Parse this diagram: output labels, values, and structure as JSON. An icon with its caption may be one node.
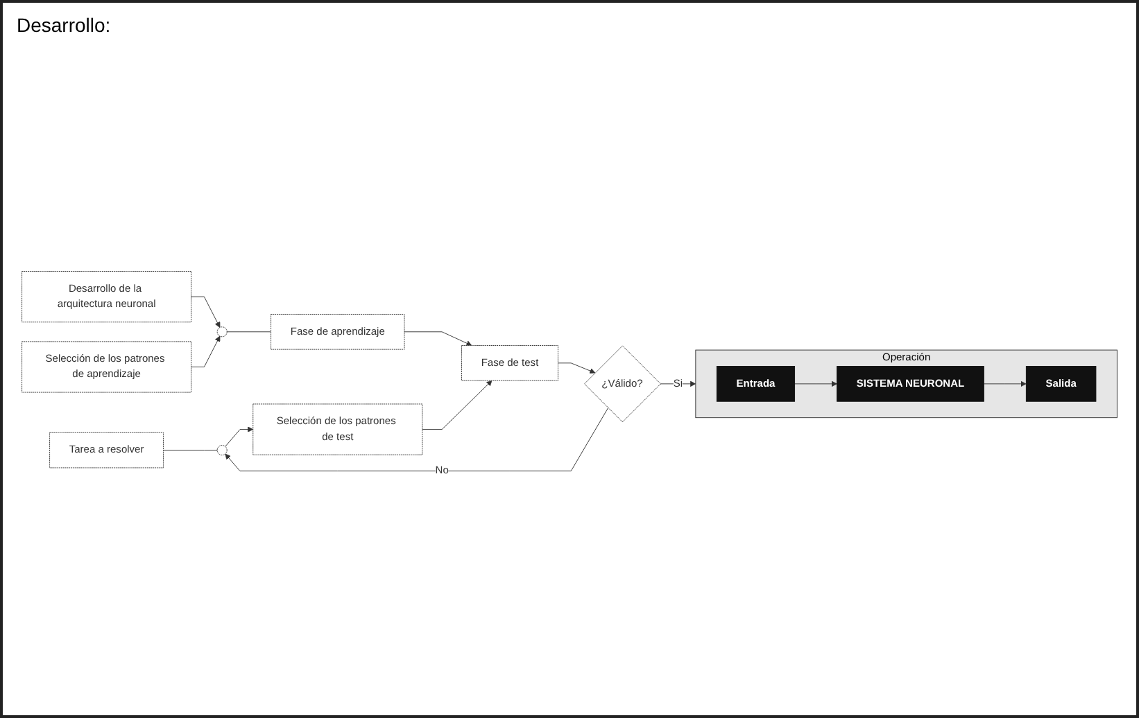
{
  "diagram": {
    "nodes": [
      {
        "text": [
          "Tarea a resolver"
        ]
      },
      {
        "text": [],
        "shape": "circle"
      },
      {
        "text": [
          "Desarrollo de la arquitectura neuronal"
        ]
      },
      {
        "text": [
          "Selección de los patrones de aprendizaje"
        ]
      },
      {
        "text": [],
        "shape": "circle"
      },
      {
        "text": [
          "Fase de aprendizaje"
        ]
      },
      {
        "text": [
          "Fase de test"
        ]
      },
      {
        "text": [
          "¿Válido?"
        ]
      },
      {
        "text": [
          "Selección de los patrones de test"
        ]
      },
      {
        "text": [
          "Operación"
        ]
      },
      {
        "text": [
          "Entrada"
        ],
        "in": 9
      },
      {
        "text": [
          "SISTEMA NEURONAL"
        ],
        "in": 9
      },
      {
        "text": [
          "Salida"
        ],
        "in": 9
      }
    ],
    "edges": [
      {
        "from": 0,
        "to": 4,
        "arrow": "none"
      },
      {
        "from": 7,
        "to": 4,
        "label": "No",
        "arrow": "to"
      },
      {
        "from": 4,
        "to": 8,
        "arrow": "to"
      },
      {
        "from": 2,
        "to": 1,
        "arrow": "to"
      },
      {
        "from": 3,
        "to": 1,
        "arrow": "to"
      },
      {
        "from": 1,
        "to": 5,
        "arrow": "none"
      },
      {
        "from": 5,
        "to": 6,
        "arrow": "to"
      },
      {
        "from": 8,
        "to": 6,
        "arrow": "to"
      },
      {
        "from": 6,
        "to": 7,
        "arrow": "to"
      },
      {
        "from": 7,
        "to": 9,
        "label": "Si",
        "arrow": "to"
      },
      {
        "from": 10,
        "to": 11,
        "arrow": "to"
      },
      {
        "from": 11,
        "to": 12,
        "arrow": "to"
      }
    ],
    "labels": [
      "Desarrollo:"
    ]
  }
}
